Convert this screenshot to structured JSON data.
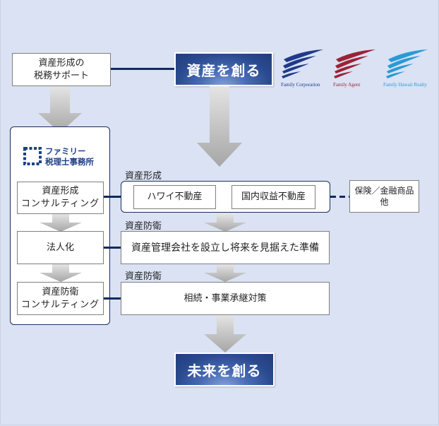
{
  "diagram": {
    "top_left_box": {
      "line1": "資産形成の",
      "line2": "税務サポート"
    },
    "hero_top": "資産を創る",
    "hero_bottom": "未来を創る",
    "brands": [
      {
        "name": "Family Corporation",
        "color": "#1f3a8a"
      },
      {
        "name": "Family Agent",
        "color": "#9b2336"
      },
      {
        "name": "Family Hawaii Realty",
        "color": "#2a9ad6"
      }
    ],
    "firm": {
      "line1": "ファミリー",
      "line2": "税理士事務所",
      "color": "#1d3f86"
    },
    "left_steps": [
      {
        "line1": "資産形成",
        "line2": "コンサルティング"
      },
      {
        "line1": "法人化",
        "line2": ""
      },
      {
        "line1": "資産防衛",
        "line2": "コンサルティング"
      }
    ],
    "sections": [
      {
        "label": "資産形成",
        "items": [
          "ハワイ不動産",
          "国内収益不動産"
        ]
      },
      {
        "label": "資産防衛",
        "text": "資産管理会社を設立し将来を見据えた準備"
      },
      {
        "label": "資産防衛",
        "text": "相続・事業承継対策"
      }
    ],
    "side_box": {
      "line1": "保険／金融商品",
      "line2": "他"
    },
    "colors": {
      "background": "#dae2f3",
      "connector": "#0f2a5e",
      "hero": "#2a4a8f"
    }
  }
}
